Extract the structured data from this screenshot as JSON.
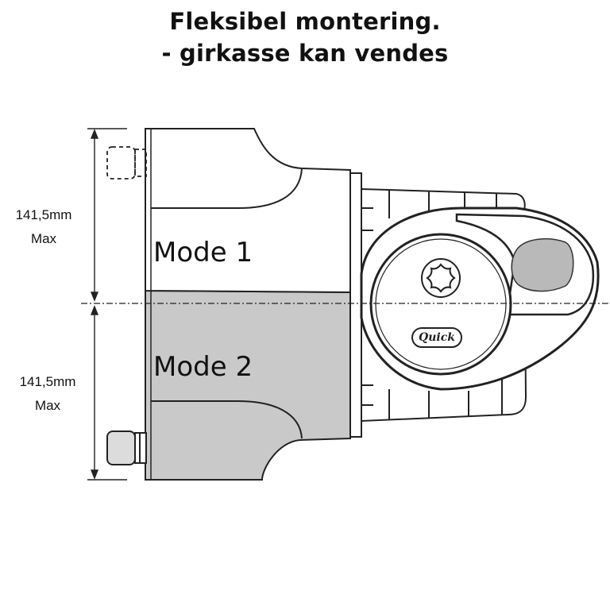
{
  "title": {
    "line1": "Fleksibel montering.",
    "line2": "- girkasse kan vendes"
  },
  "dimension_upper": {
    "value": "141,5mm",
    "qualifier": "Max"
  },
  "dimension_lower": {
    "value": "141,5mm",
    "qualifier": "Max"
  },
  "modes": {
    "upper": "Mode 1",
    "lower": "Mode 2"
  },
  "brand_logo": "Quick",
  "colors": {
    "line": "#222222",
    "mode2_fill": "#c9c9c9",
    "window_fill": "#b9b9b9",
    "background": "#ffffff"
  }
}
